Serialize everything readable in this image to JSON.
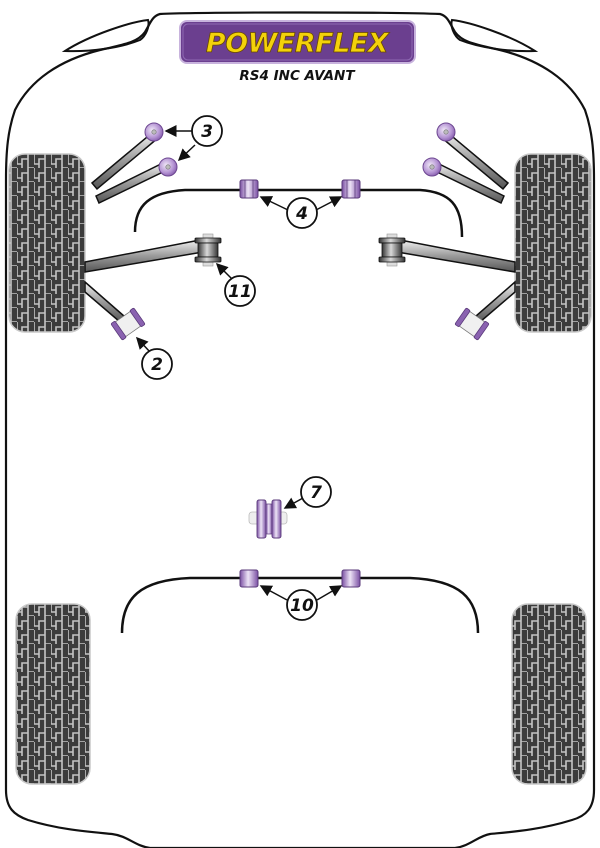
{
  "brand": {
    "logo_text": "POWERFLEX",
    "model_text": "RS4 INC AVANT",
    "logo_bg_color": "#6b3f8f",
    "logo_text_color": "#f3d20a"
  },
  "colors": {
    "bush_purple": "#8a62b0",
    "bush_light": "#e6d9f2",
    "tyre_dark": "#3c3c3c",
    "tyre_tread": "#bdbdbd",
    "outline": "#111111"
  },
  "callouts": [
    {
      "id": "3",
      "label": "3",
      "part": "front upper arm bushes"
    },
    {
      "id": "4",
      "label": "4",
      "part": "front anti-roll bar bushes"
    },
    {
      "id": "11",
      "label": "11",
      "part": "front lower wishbone rear bush"
    },
    {
      "id": "2",
      "label": "2",
      "part": "front lower wishbone front bush"
    },
    {
      "id": "7",
      "label": "7",
      "part": "engine/gearbox mount"
    },
    {
      "id": "10",
      "label": "10",
      "part": "rear anti-roll bar bushes"
    }
  ]
}
